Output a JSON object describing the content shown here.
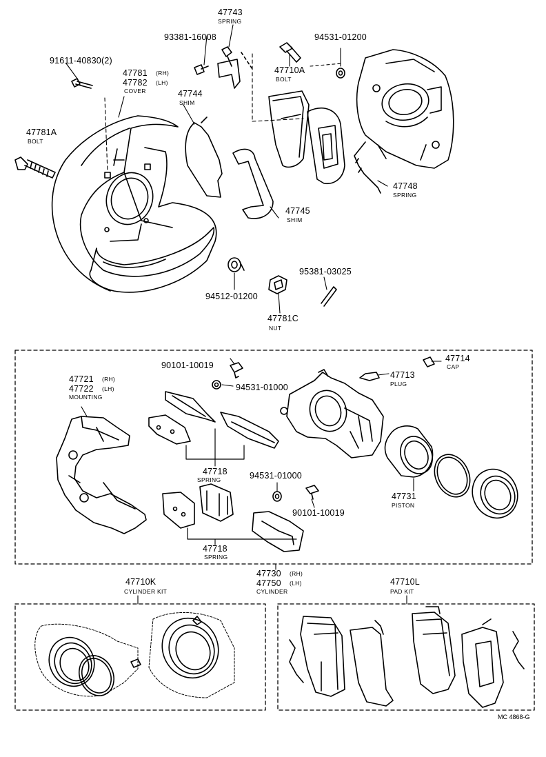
{
  "labels": {
    "p47743": "47743",
    "p47743_name": "SPRING",
    "p93381": "93381-16008",
    "p94531_top": "94531-01200",
    "p91611": "91611-40830(2)",
    "p47781": "47781",
    "p47781_side": "(RH)",
    "p47782": "47782",
    "p47782_side": "(LH)",
    "p47781_name": "COVER",
    "p47710A": "47710A",
    "p47710A_name": "BOLT",
    "p47744": "47744",
    "p47744_name": "SHIM",
    "p47781A": "47781A",
    "p47781A_name": "BOLT",
    "p47748": "47748",
    "p47748_name": "SPRING",
    "p47745": "47745",
    "p47745_name": "SHIM",
    "p95381": "95381-03025",
    "p94512": "94512-01200",
    "p47781C": "47781C",
    "p47781C_name": "NUT",
    "p90101_a": "90101-10019",
    "p47714": "47714",
    "p47714_name": "CAP",
    "p47713": "47713",
    "p47713_name": "PLUG",
    "p94531_a": "94531-01000",
    "p47721": "47721",
    "p47721_side": "(RH)",
    "p47722": "47722",
    "p47722_side": "(LH)",
    "p47721_name": "MOUNTING",
    "p47718_a": "47718",
    "p47718_a_name": "SPRING",
    "p94531_b": "94531-01000",
    "p90101_b": "90101-10019",
    "p47731": "47731",
    "p47731_name": "PISTON",
    "p47718_b": "47718",
    "p47718_b_name": "SPRING",
    "p47730": "47730",
    "p47730_side": "(RH)",
    "p47750": "47750",
    "p47750_side": "(LH)",
    "p47730_name": "CYLINDER",
    "p47710K": "47710K",
    "p47710K_name": "CYLINDER KIT",
    "p47710L": "47710L",
    "p47710L_name": "PAD KIT",
    "footer_code": "MC 4868-G"
  }
}
